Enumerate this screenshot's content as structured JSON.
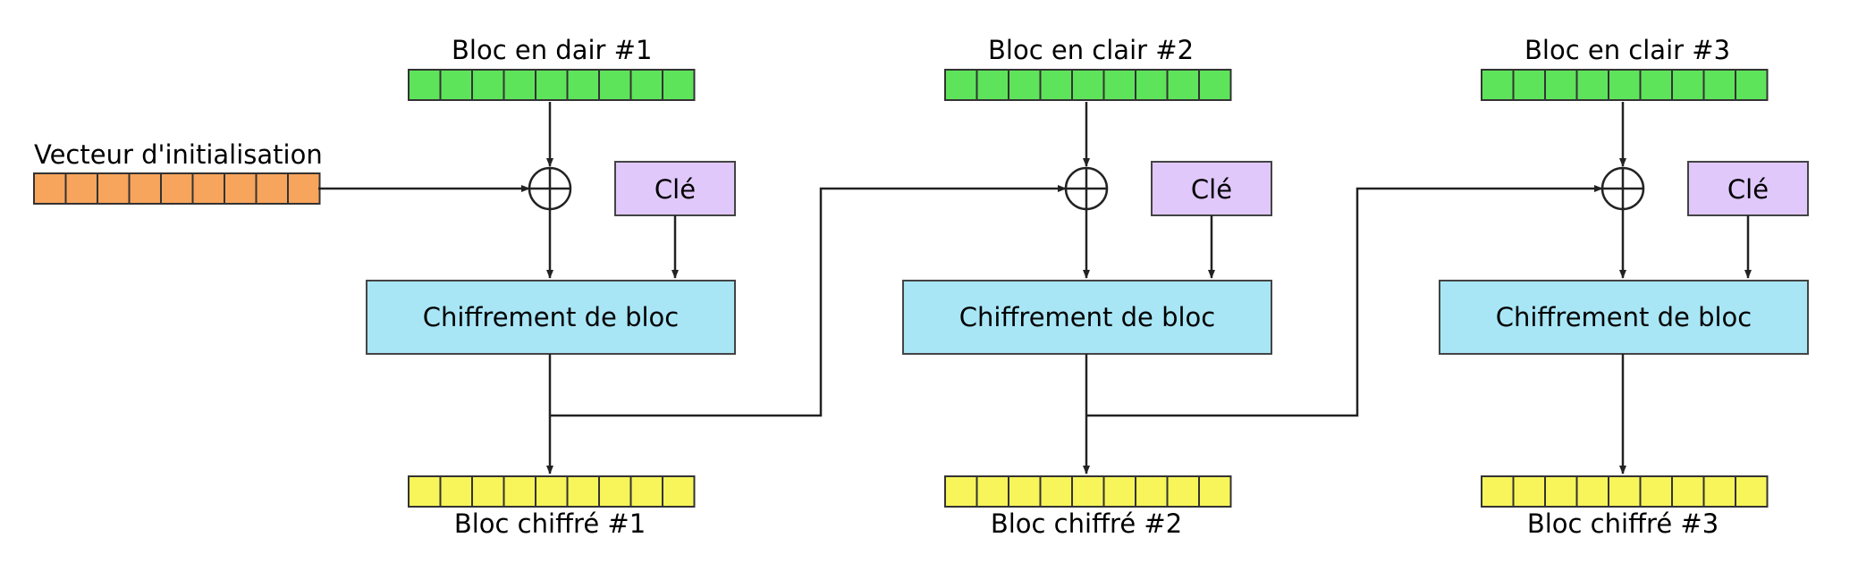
{
  "iv": {
    "label": "Vecteur d'initialisation",
    "cells": 9
  },
  "stages": [
    {
      "plain_label": "Bloc en dair #1",
      "key_label": "Clé",
      "cipher_box_label": "Chiffrement de bloc",
      "cipher_label": "Bloc chiffré #1",
      "cells": 9
    },
    {
      "plain_label": "Bloc en clair #2",
      "key_label": "Clé",
      "cipher_box_label": "Chiffrement de bloc",
      "cipher_label": "Bloc chiffré #2",
      "cells": 9
    },
    {
      "plain_label": "Bloc en clair #3",
      "key_label": "Clé",
      "cipher_box_label": "Chiffrement de bloc",
      "cipher_label": "Bloc chiffré #3",
      "cells": 9
    }
  ],
  "colors": {
    "plaintext": "#5ee45a",
    "ciphertext": "#f7f55a",
    "iv": "#f7a55c",
    "key": "#e0c8fa",
    "block_cipher": "#a8e6f6"
  }
}
